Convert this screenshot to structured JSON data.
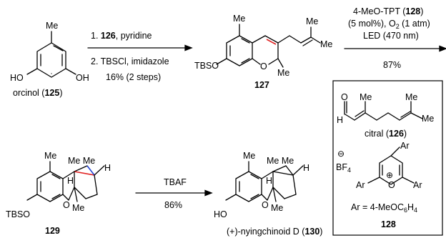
{
  "compounds": {
    "orcinol": {
      "name": "orcinol",
      "number": "125",
      "me": "Me",
      "ho_left": "HO",
      "oh_right": "OH"
    },
    "c127": {
      "number": "127",
      "me1": "Me",
      "me2": "Me",
      "me3": "Me",
      "me4": "Me",
      "tbso": "TBSO",
      "o": "O"
    },
    "c129": {
      "number": "129",
      "tbso": "TBSO",
      "me_top": "Me",
      "me_me": "Me Me",
      "h1": "H",
      "h2": "H",
      "o": "O",
      "me_bottom": "Me"
    },
    "c130": {
      "name": "(+)-nyingchinoid D",
      "number": "130",
      "ho": "HO",
      "me_top": "Me",
      "me_me": "Me Me",
      "h1": "H",
      "h2": "H",
      "o": "O",
      "me_bottom": "Me"
    },
    "citral": {
      "name": "citral",
      "number": "126",
      "me1": "Me",
      "me2": "Me",
      "me3": "Me",
      "o": "O",
      "h": "H"
    },
    "catalyst": {
      "number": "128",
      "bf4": "BF",
      "bf4_sub": "4",
      "ar_top": "Ar",
      "ar_left": "Ar",
      "ar_right": "Ar",
      "o": "O",
      "minus": "⊖",
      "plus": "⊕",
      "def_prefix": "Ar = 4-MeOC",
      "def_sub": "6",
      "def_suffix": "H",
      "def_sub2": "4"
    }
  },
  "arrows": {
    "step1": {
      "line1_num": "126",
      "line1_prefix": "1. ",
      "line1_suffix": ", pyridine",
      "line2": "2. TBSCl, imidazole",
      "yield": "16% (2 steps)"
    },
    "step2": {
      "line1_prefix": "4-MeO-TPT (",
      "line1_num": "128",
      "line1_suffix": ")",
      "line2_a": "(5 mol%), O",
      "line2_sub": "2",
      "line2_b": " (1 atm)",
      "line3": "LED (470 nm)",
      "yield": "87%"
    },
    "step3": {
      "reagent": "TBAF",
      "yield": "86%"
    }
  }
}
